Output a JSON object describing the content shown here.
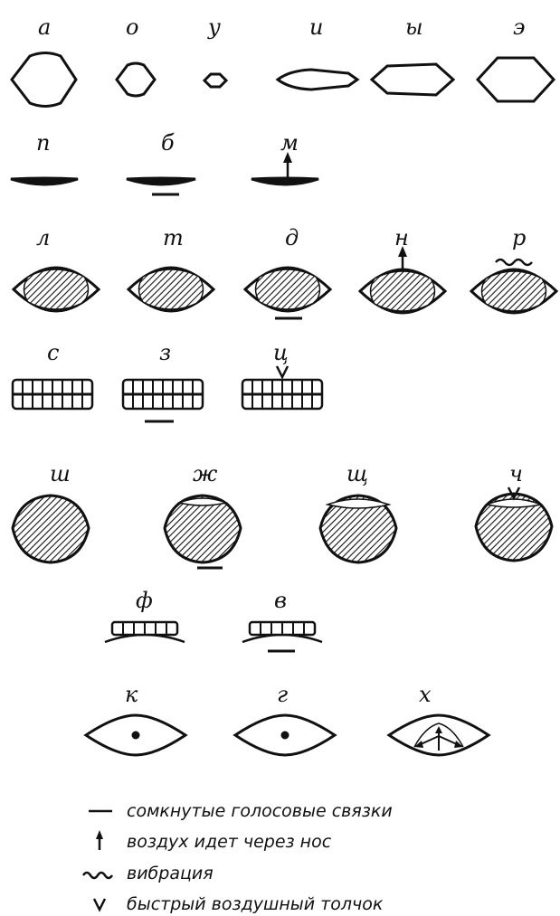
{
  "vowels": [
    "а",
    "о",
    "у",
    "и",
    "ы",
    "э"
  ],
  "labials": [
    "п",
    "б",
    "м"
  ],
  "dentals": [
    "л",
    "т",
    "д",
    "н",
    "р"
  ],
  "sibilants": [
    "с",
    "з",
    "ц"
  ],
  "hushing": [
    "ш",
    "ж",
    "щ",
    "ч"
  ],
  "labiodentals": [
    "ф",
    "в"
  ],
  "velars": [
    "к",
    "г",
    "х"
  ],
  "legend": {
    "voiced": "сомкнутые голосовые связки",
    "nasal": "воздух идет через нос",
    "vibration": "вибрация",
    "burst": "быстрый воздушный толчок"
  },
  "colors": {
    "ink": "#111111",
    "background": "#ffffff"
  }
}
